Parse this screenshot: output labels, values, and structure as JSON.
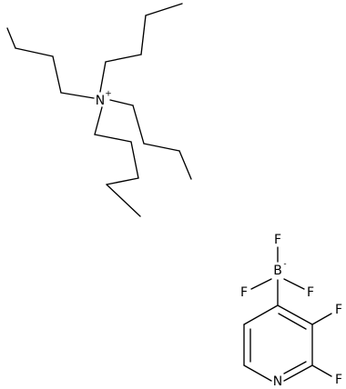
{
  "molecule": {
    "cation": {
      "nitrogen": "N",
      "charge": "+"
    },
    "anion": {
      "boron": "B",
      "charge": "-",
      "fluorine_top": "F",
      "fluorine_left": "F",
      "fluorine_right": "F",
      "fluorine_ring_3": "F",
      "fluorine_ring_2": "F",
      "ring_nitrogen": "N"
    }
  }
}
